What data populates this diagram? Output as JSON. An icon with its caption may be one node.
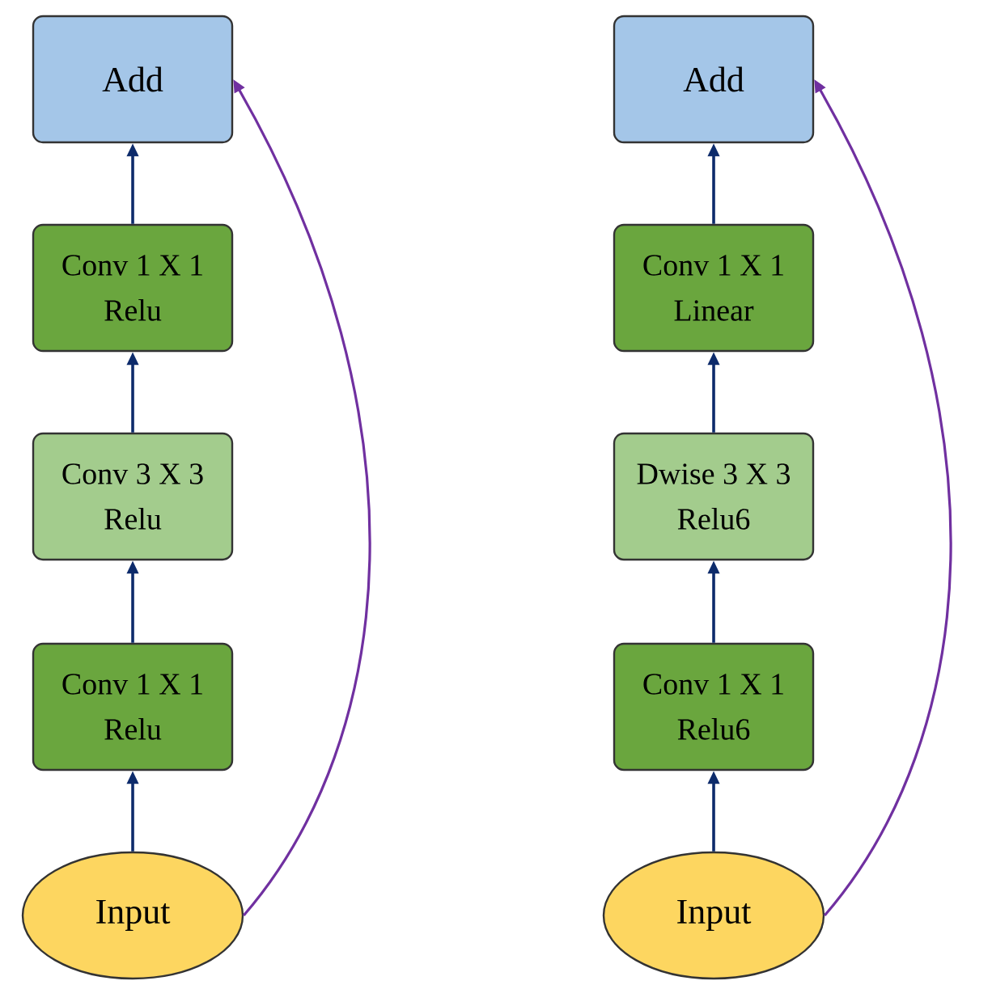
{
  "diagram": {
    "nodes": [
      {
        "text": [
          "Add"
        ]
      },
      {
        "text": [
          "Conv 1 X 1",
          "Relu"
        ]
      },
      {
        "text": [
          "Conv 3 X 3",
          "Relu"
        ]
      },
      {
        "text": [
          "Conv 1 X 1",
          "Relu"
        ]
      },
      {
        "text": [
          "Input"
        ]
      },
      {
        "text": [
          "Add"
        ]
      },
      {
        "text": [
          "Conv 1 X 1",
          "Linear"
        ]
      },
      {
        "text": [
          "Dwise 3 X 3",
          "Relu6"
        ]
      },
      {
        "text": [
          "Conv 1 X 1",
          "Relu6"
        ]
      },
      {
        "text": [
          "Input"
        ]
      }
    ],
    "edges": [
      {
        "from": 4,
        "to": 3,
        "arrow": "to"
      },
      {
        "from": 3,
        "to": 2,
        "arrow": "to"
      },
      {
        "from": 2,
        "to": 1,
        "arrow": "to"
      },
      {
        "from": 1,
        "to": 0,
        "arrow": "to"
      },
      {
        "from": 4,
        "to": 0,
        "arrow": "to",
        "color": "#7030a0"
      },
      {
        "from": 9,
        "to": 8,
        "arrow": "to"
      },
      {
        "from": 8,
        "to": 7,
        "arrow": "to"
      },
      {
        "from": 7,
        "to": 6,
        "arrow": "to"
      },
      {
        "from": 6,
        "to": 5,
        "arrow": "to"
      },
      {
        "from": 9,
        "to": 5,
        "arrow": "to",
        "color": "#7030a0"
      }
    ]
  }
}
